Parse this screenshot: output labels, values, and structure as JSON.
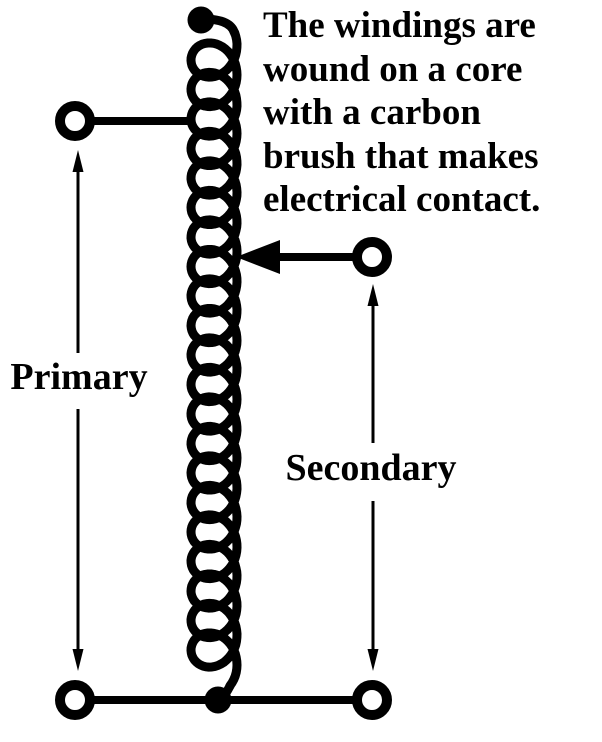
{
  "annotation": {
    "lines": [
      "The windings are",
      "wound on a core",
      "with a carbon",
      "brush that makes",
      "electrical contact."
    ]
  },
  "labels": {
    "primary": "Primary",
    "secondary": "Secondary"
  },
  "colors": {
    "ink": "#000000",
    "background": "#ffffff"
  },
  "icons": {
    "coil": "coil-winding-icon",
    "terminal": "ring-terminal-icon",
    "junction": "junction-dot-icon",
    "wire_start": "wire-start-dot-icon",
    "brush_pointer": "brush-arrowhead-icon",
    "span_arrows": "double-headed-arrow-icon"
  }
}
